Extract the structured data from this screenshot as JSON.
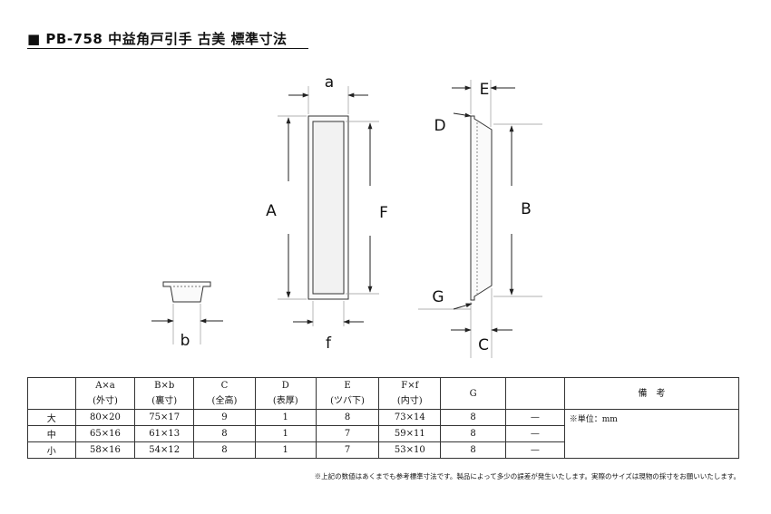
{
  "title": "■ PB-758 中益角戸引手 古美 標準寸法",
  "dims": {
    "a": "a",
    "b": "b",
    "A": "A",
    "F": "F",
    "f": "f",
    "E": "E",
    "D": "D",
    "B": "B",
    "G": "G",
    "C": "C"
  },
  "table": {
    "headers": [
      {
        "top": "A×a",
        "bottom": "(外寸)"
      },
      {
        "top": "B×b",
        "bottom": "(裏寸)"
      },
      {
        "top": "C",
        "bottom": "(全高)"
      },
      {
        "top": "D",
        "bottom": "(表厚)"
      },
      {
        "top": "E",
        "bottom": "(ツバ下)"
      },
      {
        "top": "F×f",
        "bottom": "(内寸)"
      },
      {
        "top": "G",
        "bottom": ""
      },
      {
        "top": "",
        "bottom": ""
      }
    ],
    "remarks_header": "備　考",
    "remarks_text": "※単位：mm",
    "rows": [
      {
        "size": "大",
        "cells": [
          "80×20",
          "75×17",
          "9",
          "1",
          "8",
          "73×14",
          "8",
          "—"
        ]
      },
      {
        "size": "中",
        "cells": [
          "65×16",
          "61×13",
          "8",
          "1",
          "7",
          "59×11",
          "8",
          "—"
        ]
      },
      {
        "size": "小",
        "cells": [
          "58×16",
          "54×12",
          "8",
          "1",
          "7",
          "53×10",
          "8",
          "—"
        ]
      }
    ]
  },
  "footnote": "※上記の数値はあくまでも参考標準寸法です。製品によって多少の誤差が発生いたします。実際のサイズは現物の採寸をお願いいたします。"
}
